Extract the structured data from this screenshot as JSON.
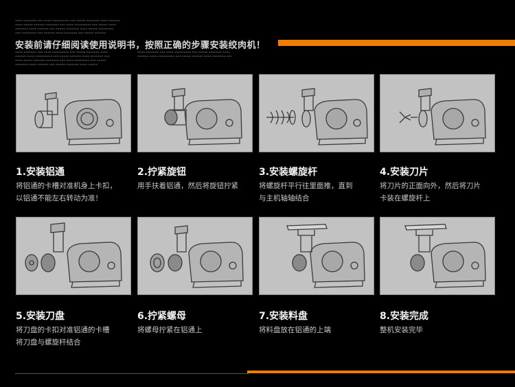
{
  "header": {
    "title": "安装前请仔细阅读使用说明书，按照正确的步骤安装绞肉机！"
  },
  "steps": [
    {
      "title": "1.安装铝通",
      "desc": "将铝通的卡槽对准机身上卡扣，\n以铝通不能左右转动为准！"
    },
    {
      "title": "2.拧紧旋钮",
      "desc": "用手扶着铝通，然后将旋钮拧紧"
    },
    {
      "title": "3.安装螺旋杆",
      "desc": "将螺旋杆平行往里面推，直到\n与主机轴轴结合"
    },
    {
      "title": "4.安装刀片",
      "desc": "将刀片的正面向外，然后将刀片\n卡装在螺旋杆上"
    },
    {
      "title": "5.安装刀盘",
      "desc": "将刀盘的卡扣对准铝通的卡槽\n将刀盘与螺旋杆结合"
    },
    {
      "title": "6.拧紧螺母",
      "desc": "将螺母拧紧在铝通上"
    },
    {
      "title": "7.安装料盘",
      "desc": "将料盘放在铝通的上端"
    },
    {
      "title": "8.安装完成",
      "desc": "整机安装完毕"
    }
  ],
  "icons": {
    "machine": "meat-grinder-illustration"
  },
  "colors": {
    "accent": "#ef7d00",
    "background": "#000000",
    "card": "#c2c2c2",
    "title_text": "#f2f2f2",
    "body_text": "#c7c7c7"
  }
}
